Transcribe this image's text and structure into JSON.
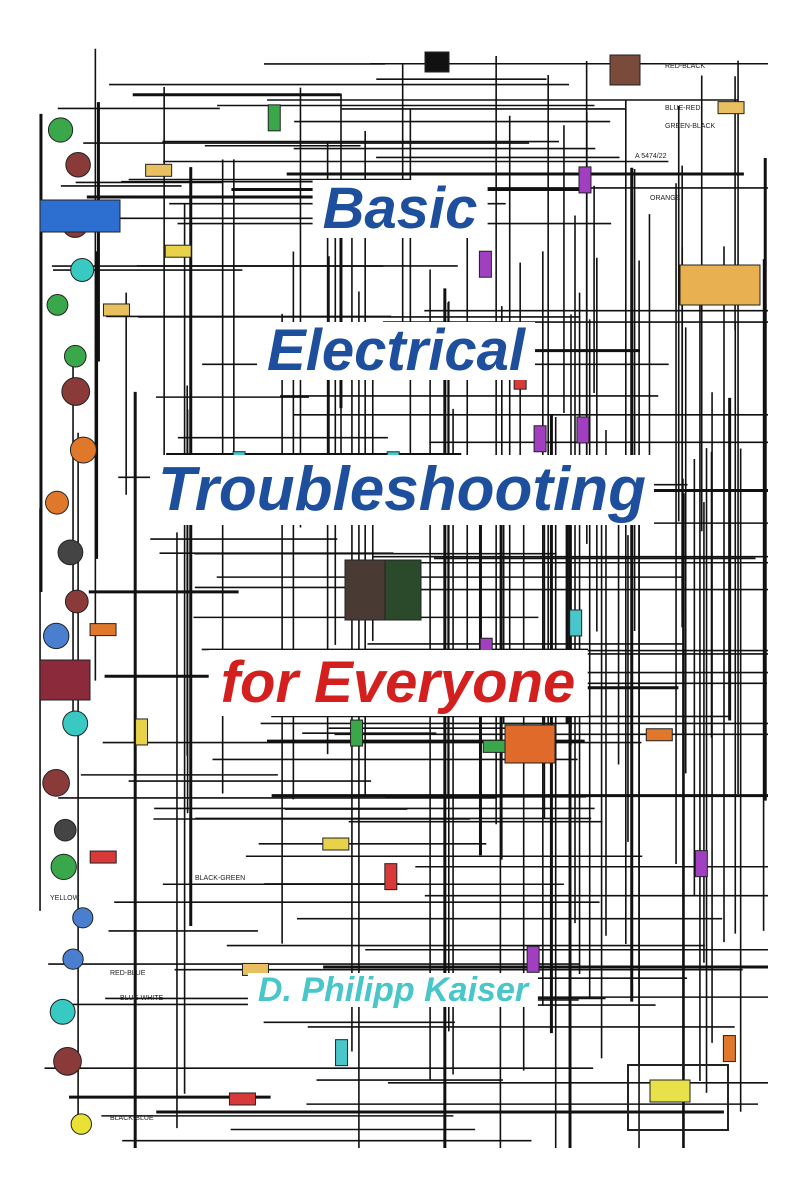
{
  "cover": {
    "title_lines": [
      "Basic",
      "Electrical",
      "Troubleshooting"
    ],
    "subtitle": "for Everyone",
    "author": "D. Philipp Kaiser"
  },
  "colors": {
    "title": "#1d4f9c",
    "subtitle": "#d41f1f",
    "author": "#48c6c9",
    "wire": "#111111"
  },
  "wire_labels": [
    "RED-BLACK",
    "GREEN-BLACK",
    "BLUE-RED",
    "A 5474/22",
    "ORANGE",
    "BLACK-GREEN",
    "RED-BLUE",
    "YELLOW",
    "BLACK-BLUE",
    "BLUE-WHITE"
  ]
}
